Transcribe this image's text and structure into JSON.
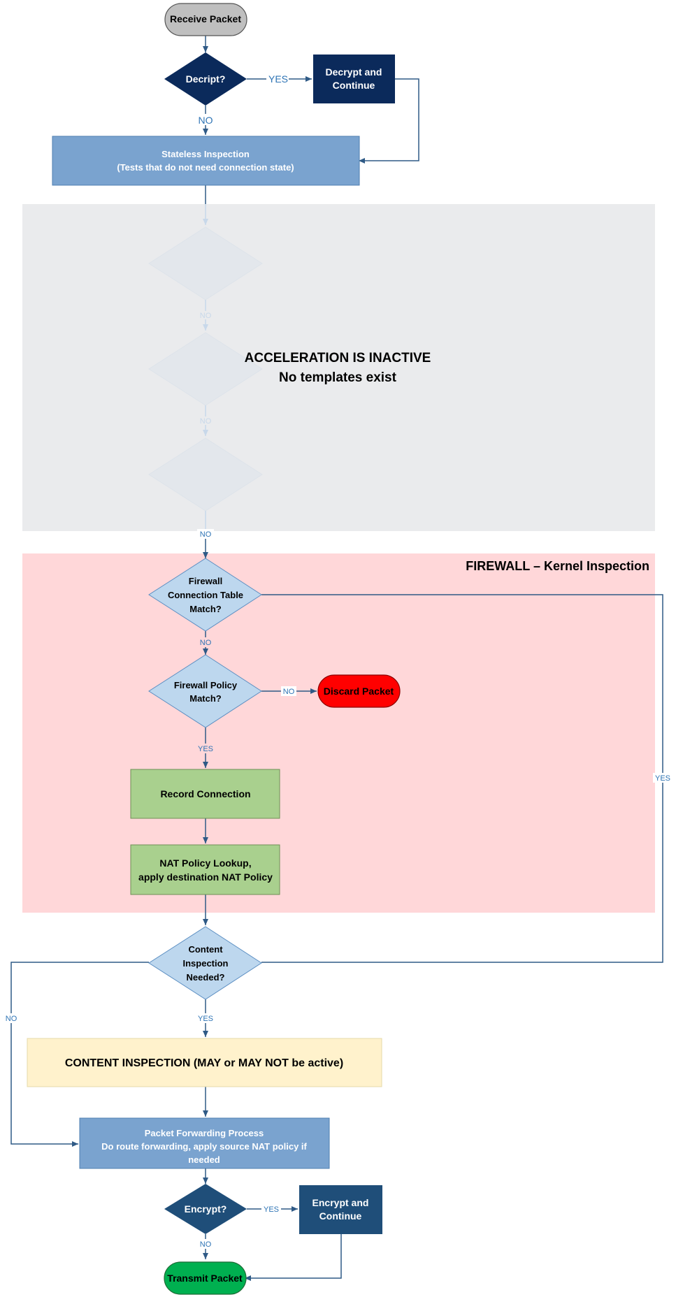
{
  "nodes": {
    "receive_packet": "Receive Packet",
    "decrypt_q": "Decript?",
    "decrypt_continue": [
      "Decrypt and",
      "Continue"
    ],
    "stateless": [
      "Stateless Inspection",
      "(Tests that do not need connection state)"
    ],
    "accel_title": "ACCELERATION IS INACTIVE",
    "accel_subtitle": "No templates exist",
    "firewall_title": "FIREWALL – Kernel Inspection",
    "fw_conn_table": [
      "Firewall",
      "Connection Table",
      "Match?"
    ],
    "fw_policy": [
      "Firewall Policy",
      "Match?"
    ],
    "discard": "Discard Packet",
    "record": "Record Connection",
    "nat_lookup": [
      "NAT Policy Lookup,",
      "apply destination NAT Policy"
    ],
    "content_needed": [
      "Content",
      "Inspection",
      "Needed?"
    ],
    "content_inspection": "CONTENT INSPECTION (MAY or MAY NOT be active)",
    "forwarding": [
      "Packet Forwarding Process",
      "Do route forwarding, apply source NAT policy if",
      "needed"
    ],
    "encrypt_q": "Encrypt?",
    "encrypt_continue": [
      "Encrypt and",
      "Continue"
    ],
    "transmit": "Transmit Packet"
  },
  "labels": {
    "yes": "YES",
    "no": "NO"
  },
  "colors": {
    "dark_navy": "#0b2a5b",
    "navy": "#1f4e79",
    "steel_blue": "#7aa3cf",
    "light_blue": "#bdd7ee",
    "green": "#a9d08e",
    "red": "#ff0000",
    "bright_green": "#00b050",
    "grey_pill": "#bfbfbf",
    "cream": "#fff2cc",
    "pink_zone": "#ffd7d9",
    "grey_zone": "#eaebed",
    "line": "#2f5a86",
    "label_text": "#2e74b5"
  }
}
